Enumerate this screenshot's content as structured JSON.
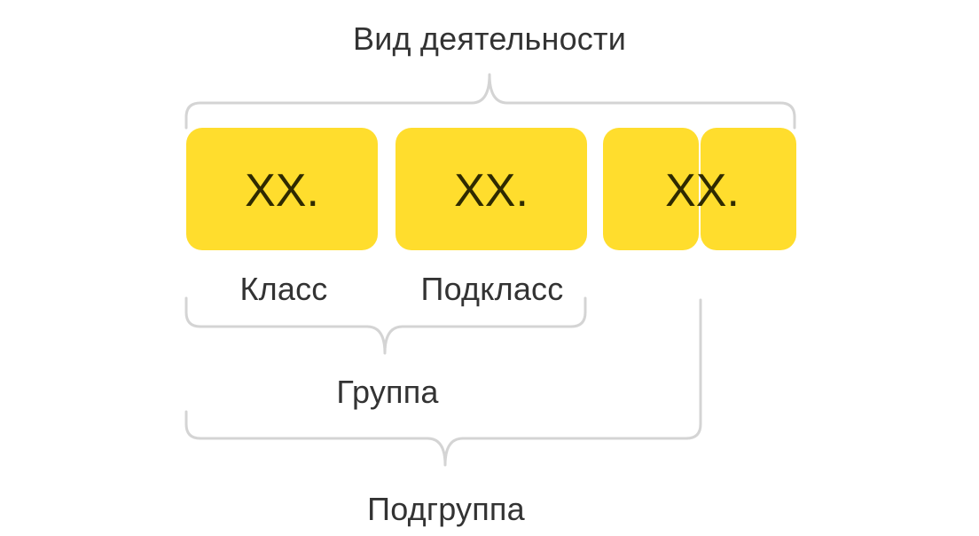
{
  "labels": {
    "activity_type": "Вид деятельности",
    "class": "Класс",
    "subclass": "Подкласс",
    "group": "Группа",
    "subgroup": "Подгруппа"
  },
  "boxes": {
    "code_1": "XX.",
    "code_2": "XX.",
    "code_3": "XX."
  },
  "colors": {
    "box_fill": "#FFDD2D",
    "text": "#333333",
    "brace": "#D4D4D4"
  }
}
